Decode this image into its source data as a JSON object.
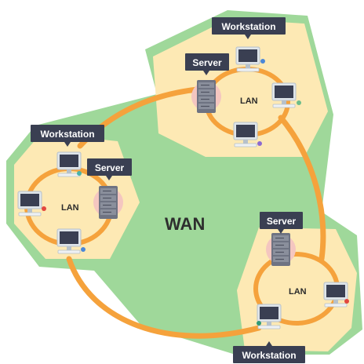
{
  "wan": {
    "label": "WAN"
  },
  "lans": [
    {
      "label": "LAN",
      "server_label": "Server",
      "workstation_label": "Workstation"
    },
    {
      "label": "LAN",
      "server_label": "Server",
      "workstation_label": "Workstation"
    },
    {
      "label": "LAN",
      "server_label": "Server",
      "workstation_label": "Workstation"
    }
  ],
  "colors": {
    "wan_fill": "#9fd89a",
    "lan_fill": "#fde9b4",
    "ring": "#f5a23c",
    "callout": "#3a3f52",
    "server_body": "#6e7382",
    "server_glow": "#f4c6c0",
    "monitor": "#cfd6dd",
    "monitor_screen": "#3a3f52"
  },
  "icons": [
    "server-icon",
    "workstation-icon"
  ]
}
